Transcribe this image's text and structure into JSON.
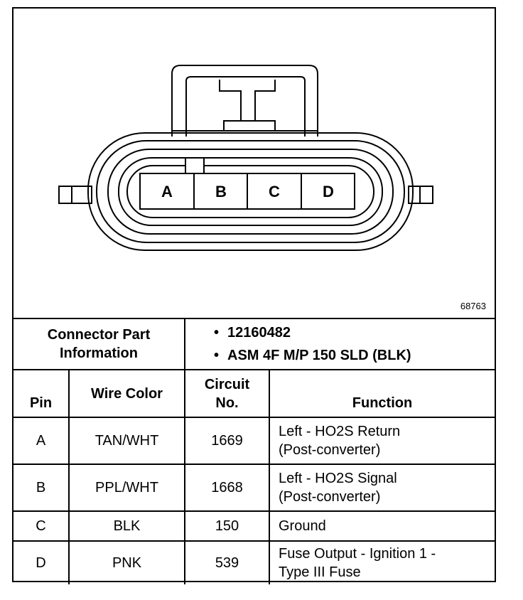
{
  "diagram": {
    "pin_letters": [
      "A",
      "B",
      "C",
      "D"
    ],
    "code": "68763"
  },
  "connector_info": {
    "label_line1": "Connector Part",
    "label_line2": "Information",
    "part_number": "12160482",
    "description": "ASM 4F M/P 150 SLD (BLK)"
  },
  "table": {
    "headers": {
      "pin": "Pin",
      "wire_color": "Wire Color",
      "circuit_line1": "Circuit",
      "circuit_line2": "No.",
      "function": "Function"
    },
    "rows": [
      {
        "pin": "A",
        "wire": "TAN/WHT",
        "circuit": "1669",
        "function_line1": "Left - HO2S Return",
        "function_line2": "(Post-converter)"
      },
      {
        "pin": "B",
        "wire": "PPL/WHT",
        "circuit": "1668",
        "function_line1": "Left - HO2S Signal",
        "function_line2": "(Post-converter)"
      },
      {
        "pin": "C",
        "wire": "BLK",
        "circuit": "150",
        "function_line1": "Ground",
        "function_line2": ""
      },
      {
        "pin": "D",
        "wire": "PNK",
        "circuit": "539",
        "function_line1": "Fuse Output - Ignition 1 -",
        "function_line2": "Type III Fuse"
      }
    ]
  }
}
